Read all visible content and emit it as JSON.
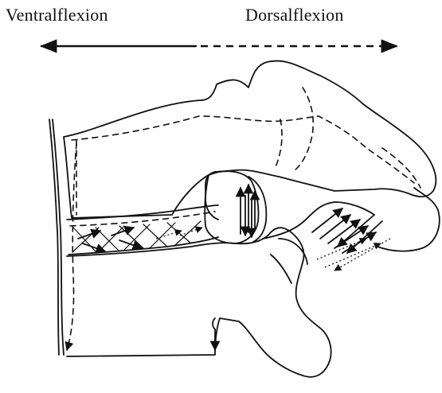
{
  "labels": {
    "ventral": "Ventralflexion",
    "dorsal": "Dorsalflexion"
  },
  "style": {
    "ink_color": "#111111",
    "background": "#ffffff"
  },
  "arrows": {
    "ventralflexion": "solid, pointing left",
    "dorsalflexion": "dashed, pointing right"
  }
}
